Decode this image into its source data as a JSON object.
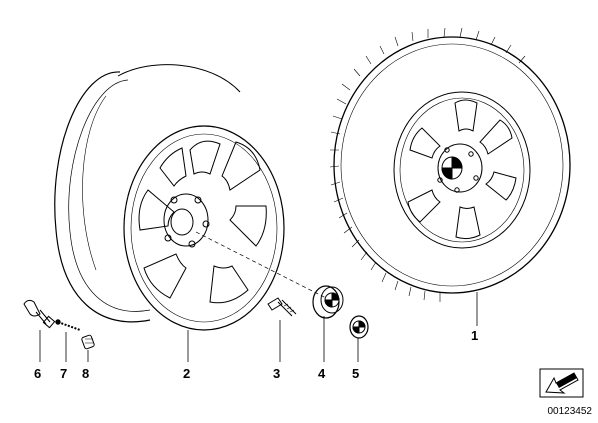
{
  "callouts": {
    "c1": "1",
    "c2": "2",
    "c3": "3",
    "c4": "4",
    "c5": "5",
    "c6": "6",
    "c7": "7",
    "c8": "8"
  },
  "catalog_number": "00123452",
  "colors": {
    "line": "#000000",
    "background": "#ffffff",
    "badge_blue": "#2a2a2a"
  },
  "icons": {
    "orientation_arrow": "arrow-southwest-icon",
    "logo": "roundel-logo-icon"
  }
}
